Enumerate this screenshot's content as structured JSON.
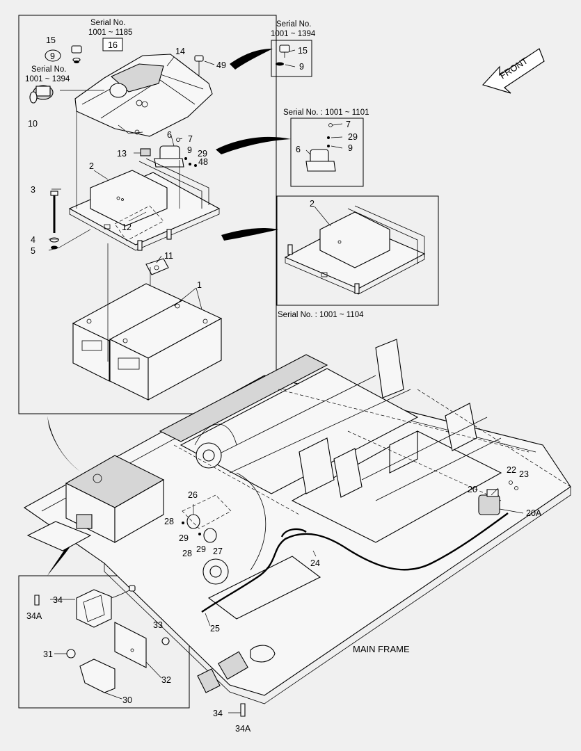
{
  "labels": {
    "serial_top_title": "Serial No.",
    "serial_top_range": "1001 ~ 1185",
    "serial_tr_title": "Serial No.",
    "serial_tr_range": "1001 ~ 1394",
    "serial_left_title": "Serial No.",
    "serial_left_range": "1001 ~ 1394",
    "serial_mid_right": "Serial No. : 1001 ~ 1101",
    "serial_lower_right": "Serial No. : 1001 ~ 1104",
    "front": "FRONT",
    "main_frame": "MAIN FRAME"
  },
  "callouts": {
    "c1": "1",
    "c2a": "2",
    "c2b": "2",
    "c3": "3",
    "c4": "4",
    "c5": "5",
    "c6a": "6",
    "c6b": "6",
    "c7a": "7",
    "c7b": "7",
    "c9a": "9",
    "c9b": "9",
    "c9c": "9",
    "c9d": "9",
    "c10": "10",
    "c11": "11",
    "c12": "12",
    "c13": "13",
    "c14": "14",
    "c15a": "15",
    "c15b": "15",
    "c16": "16",
    "c20": "20",
    "c20a": "20A",
    "c22": "22",
    "c23": "23",
    "c24": "24",
    "c25": "25",
    "c26": "26",
    "c27": "27",
    "c28a": "28",
    "c28b": "28",
    "c29a": "29",
    "c29b": "29",
    "c29c": "29",
    "c30": "30",
    "c31": "31",
    "c32": "32",
    "c33": "33",
    "c34a": "34",
    "c34aA": "34A",
    "c34b": "34",
    "c34bA": "34A",
    "c48": "48",
    "c49": "49"
  }
}
